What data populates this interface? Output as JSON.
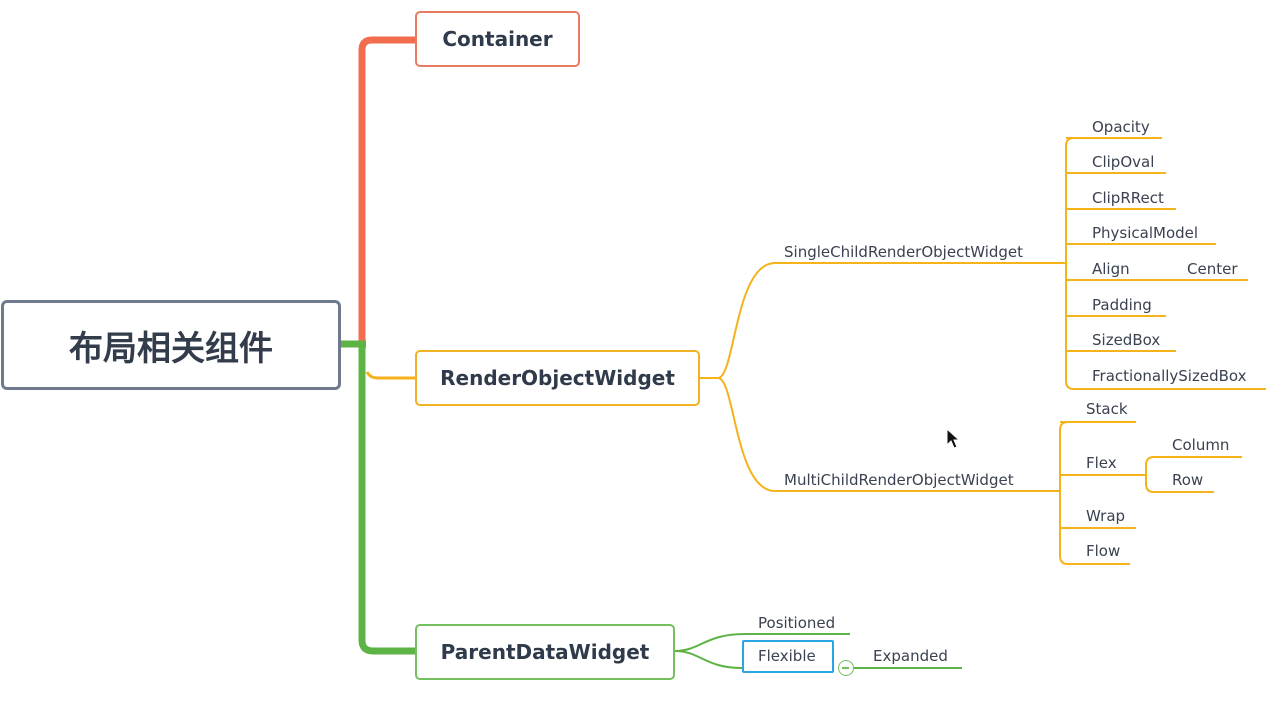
{
  "colors": {
    "red_branch": "#f26c4f",
    "orange_branch": "#f5b21b",
    "green_branch": "#5db344",
    "selection": "#2aa5e0"
  },
  "root": {
    "label": "布局相关组件"
  },
  "branches": {
    "container": {
      "label": "Container"
    },
    "render": {
      "label": "RenderObjectWidget",
      "single": {
        "label": "SingleChildRenderObjectWidget",
        "children": [
          "Opacity",
          "ClipOval",
          "ClipRRect",
          "PhysicalModel",
          "Align",
          "Padding",
          "SizedBox",
          "FractionallySizedBox"
        ],
        "align_child": "Center"
      },
      "multi": {
        "label": "MultiChildRenderObjectWidget",
        "children": [
          "Stack",
          "Flex",
          "Wrap",
          "Flow"
        ],
        "flex_children": [
          "Column",
          "Row"
        ]
      }
    },
    "parent": {
      "label": "ParentDataWidget",
      "children": [
        "Positioned",
        "Flexible"
      ],
      "flexible_child": "Expanded"
    }
  },
  "icons": {
    "cursor": "mouse-pointer-icon",
    "collapse": "collapse-minus-icon"
  }
}
